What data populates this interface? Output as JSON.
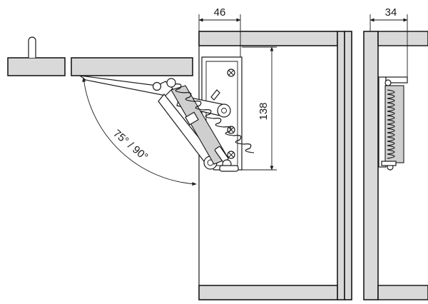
{
  "dimensions": {
    "width_main": "46",
    "height_main": "138",
    "width_side": "34",
    "angle": "75° / 90°"
  }
}
